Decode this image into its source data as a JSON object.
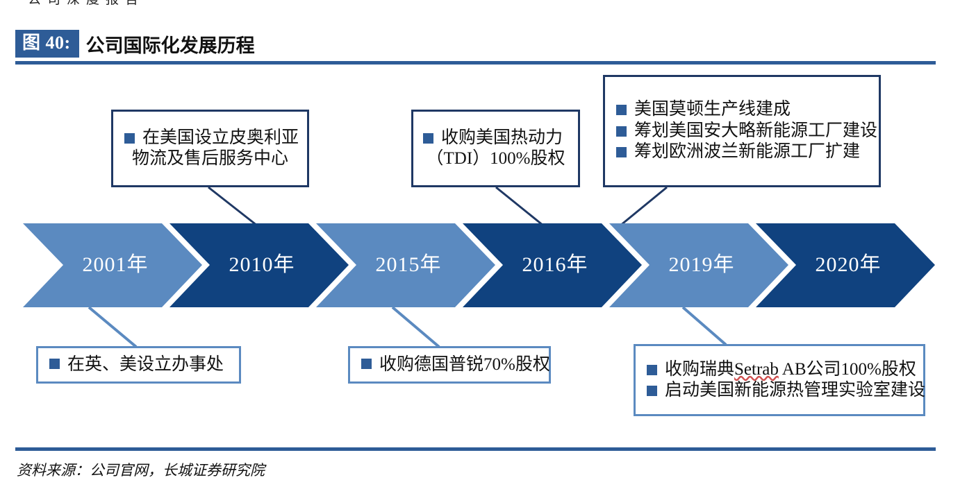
{
  "figure": {
    "badge": "图 40:",
    "title": "公司国际化发展历程",
    "source": "资料来源：公司官网，长城证券研究院",
    "bleed_text": "公司深度报告"
  },
  "colors": {
    "accent": "#2E5C97",
    "chevron_light": "#5B8AC0",
    "chevron_dark": "#10427F",
    "box_border_top": "#1F3864",
    "box_border_bottom": "#5B8AC0",
    "bullet": "#2E5C97",
    "connector_top": "#1F3864",
    "connector_bottom": "#5B8AC0",
    "label_text": "#FFFFFF",
    "spellcheck_underline": "#D05050"
  },
  "timeline": {
    "steps": [
      {
        "year": "2001年",
        "tone": "light"
      },
      {
        "year": "2010年",
        "tone": "dark"
      },
      {
        "year": "2015年",
        "tone": "light"
      },
      {
        "year": "2016年",
        "tone": "dark"
      },
      {
        "year": "2019年",
        "tone": "light"
      },
      {
        "year": "2020年",
        "tone": "dark"
      }
    ]
  },
  "callouts": {
    "top": [
      {
        "anchor_year": "2010年",
        "lines": [
          "在美国设立皮奥利亚",
          "物流及售后服务中心"
        ],
        "bullets": [
          "在美国设立皮奥利亚物流及售后服务中心"
        ]
      },
      {
        "anchor_year": "2016年",
        "lines": [
          "收购美国热动力",
          "（TDI）100%股权"
        ],
        "bullets": [
          "收购美国热动力（TDI）100%股权"
        ]
      },
      {
        "anchor_year": "2020年",
        "lines": [],
        "bullets": [
          "美国莫顿生产线建成",
          "筹划美国安大略新能源工厂建设",
          "筹划欧洲波兰新能源工厂扩建"
        ]
      }
    ],
    "bottom": [
      {
        "anchor_year": "2001年",
        "bullets": [
          "在英、美设立办事处"
        ]
      },
      {
        "anchor_year": "2015年",
        "bullets": [
          "收购德国普锐70%股权"
        ]
      },
      {
        "anchor_year": "2019年",
        "bullets_rich": [
          {
            "pre": "收购瑞典",
            "spell": "Setrab",
            "post": " AB公司100%股权"
          },
          {
            "pre": "启动美国新能源热管理实验室建设",
            "spell": "",
            "post": ""
          }
        ]
      }
    ]
  }
}
